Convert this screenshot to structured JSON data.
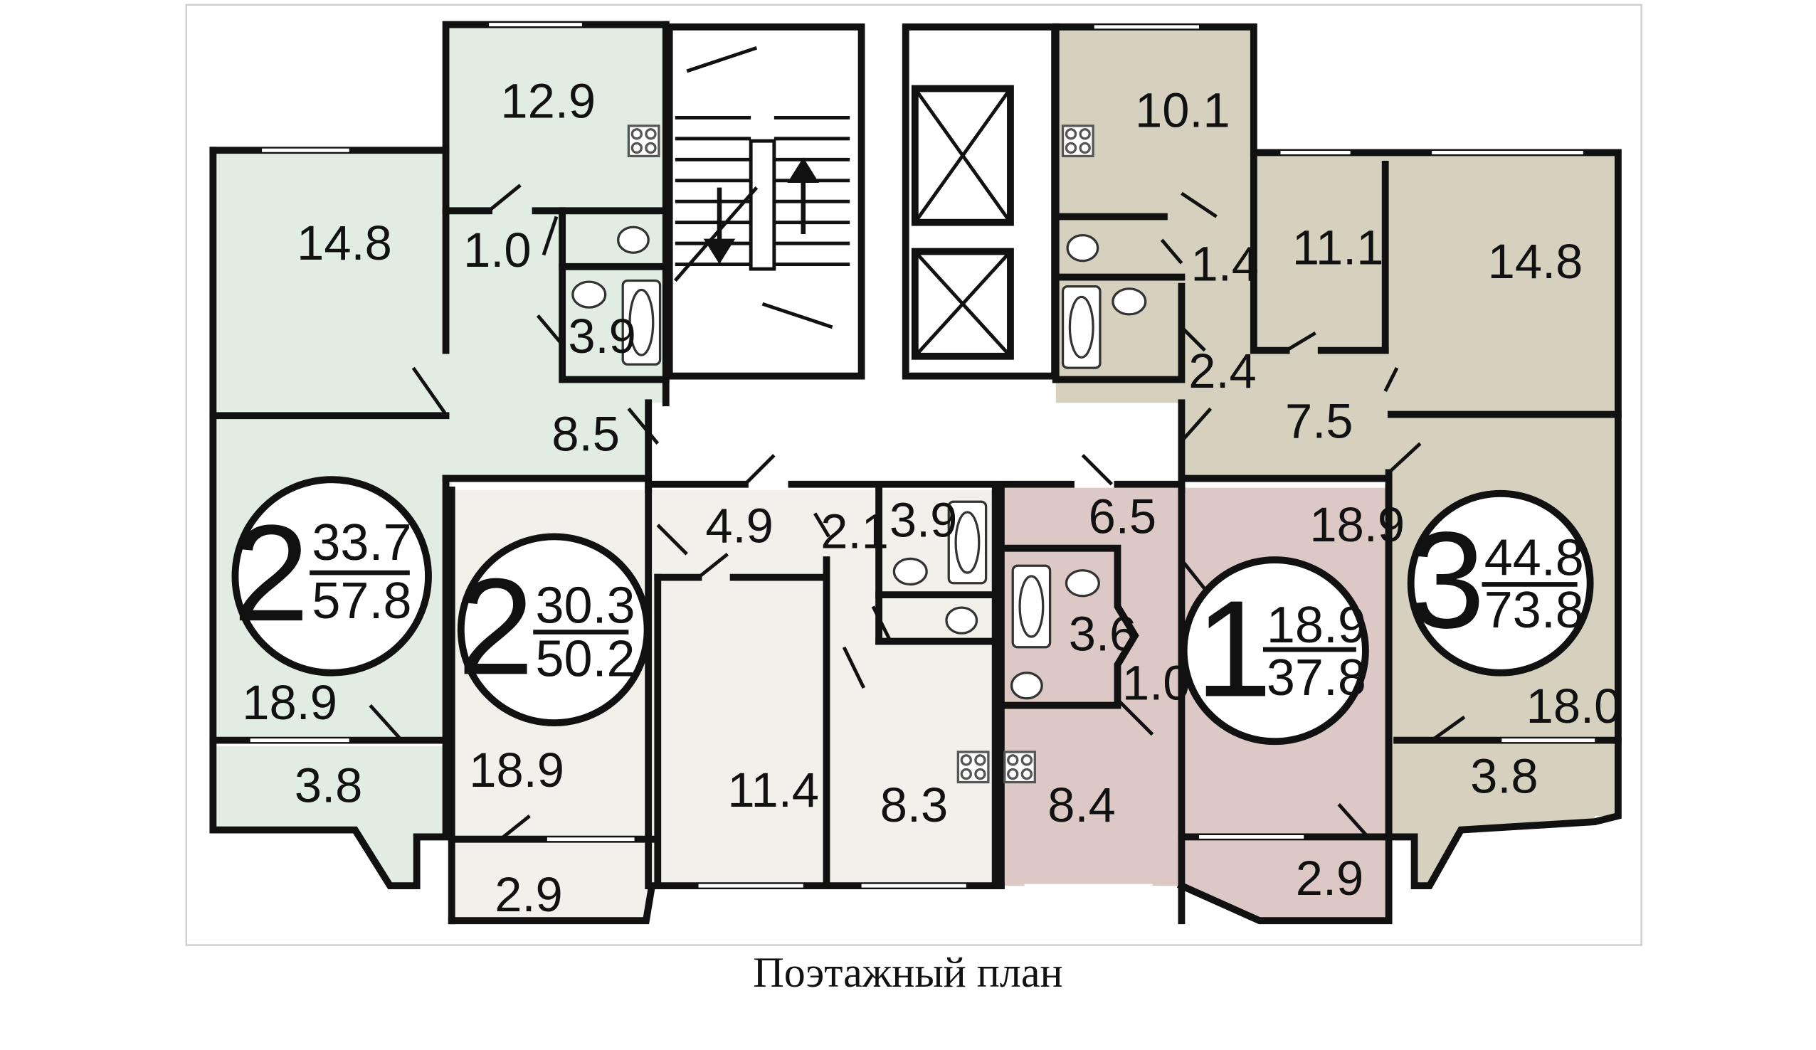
{
  "caption": "Поэтажный план",
  "colors": {
    "apt_left_2room": "#e1ede3",
    "apt_mid_2room": "#f2f0ea",
    "apt_1room": "#dcc8c4",
    "apt_3room": "#d6d0bf",
    "wall": "#111111"
  },
  "apartments": [
    {
      "rooms": "2",
      "living": "33.7",
      "total": "57.8"
    },
    {
      "rooms": "2",
      "living": "30.3",
      "total": "50.2"
    },
    {
      "rooms": "1",
      "living": "18.9",
      "total": "37.8"
    },
    {
      "rooms": "3",
      "living": "44.8",
      "total": "73.8"
    }
  ],
  "areas": {
    "a1": "12.9",
    "a2": "14.8",
    "a3": "1.0",
    "a4": "3.9",
    "a5": "8.5",
    "a6": "18.9",
    "a7": "3.8",
    "a8": "4.9",
    "a9": "18.9",
    "a10": "2.9",
    "a11": "11.4",
    "a12": "2.1",
    "a13": "3.9",
    "a14": "8.3",
    "a15": "10.1",
    "a16": "1.4",
    "a17": "11.1",
    "a18": "14.8",
    "a19": "2.4",
    "a20": "7.5",
    "a21": "6.5",
    "a22": "18.9",
    "a23": "3.6",
    "a24": "1.0",
    "a25": "8.4",
    "a26": "2.9",
    "a27": "18.0",
    "a28": "3.8"
  }
}
